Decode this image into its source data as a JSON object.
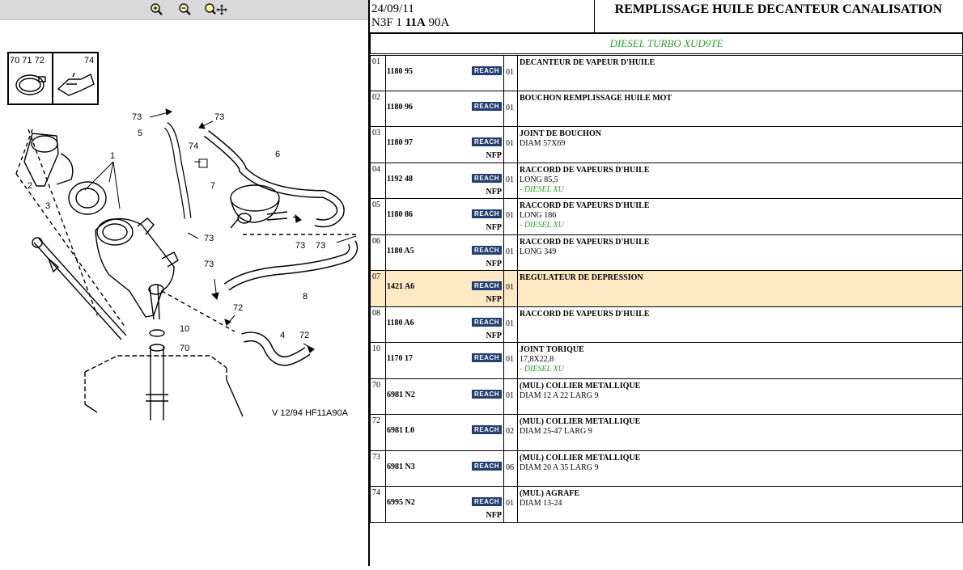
{
  "header": {
    "date": "24/09/11",
    "code_prefix": "N3F 1",
    "code_bold": "11A",
    "code_suffix": "90A",
    "title": "REMPLISSAGE HUILE DECANTEUR CANALISATION"
  },
  "subtitle": "DIESEL TURBO XUD9TE",
  "diagram": {
    "caption": "V 12/94 HF11A90A",
    "inset_left_label": "70 71 72",
    "inset_right_label": "74",
    "callouts": [
      "73",
      "73",
      "5",
      "6",
      "74",
      "1",
      "2",
      "3",
      "7",
      "73",
      "73",
      "73",
      "8",
      "72",
      "4",
      "72",
      "10",
      "70"
    ]
  },
  "toolbar": {
    "zoom_in": "zoom-in",
    "zoom_out": "zoom-out",
    "zoom_fit": "zoom-fit"
  },
  "colors": {
    "accent_green": "#2aa12a",
    "highlight": "#fde9c4",
    "reach_bg": "#243d72"
  },
  "parts": [
    {
      "num": "01",
      "ref": "1180 95",
      "reach": "REACH",
      "nfp": "",
      "qty": "01",
      "desc": "DECANTEUR DE VAPEUR D'HUILE",
      "detail": "",
      "note": "",
      "hl": false
    },
    {
      "num": "02",
      "ref": "1180 96",
      "reach": "REACH",
      "nfp": "",
      "qty": "01",
      "desc": "BOUCHON REMPLISSAGE HUILE MOT",
      "detail": "",
      "note": "",
      "hl": false
    },
    {
      "num": "03",
      "ref": "1180 97",
      "reach": "REACH",
      "nfp": "NFP",
      "qty": "01",
      "desc": "JOINT DE BOUCHON",
      "detail": "DIAM 57X69",
      "note": "",
      "hl": false
    },
    {
      "num": "04",
      "ref": "1192 48",
      "reach": "REACH",
      "nfp": "NFP",
      "qty": "01",
      "desc": "RACCORD DE VAPEURS D'HUILE",
      "detail": "LONG 85,5",
      "note": "- DIESEL XU",
      "hl": false
    },
    {
      "num": "05",
      "ref": "1180 86",
      "reach": "REACH",
      "nfp": "NFP",
      "qty": "01",
      "desc": "RACCORD DE VAPEURS D'HUILE",
      "detail": "LONG 186",
      "note": "- DIESEL XU",
      "hl": false
    },
    {
      "num": "06",
      "ref": "1180 A5",
      "reach": "REACH",
      "nfp": "NFP",
      "qty": "01",
      "desc": "RACCORD DE VAPEURS D'HUILE",
      "detail": "LONG 349",
      "note": "",
      "hl": false
    },
    {
      "num": "07",
      "ref": "1421 A6",
      "reach": "REACH",
      "nfp": "NFP",
      "qty": "01",
      "desc": "REGULATEUR DE DEPRESSION",
      "detail": "",
      "note": "",
      "hl": true
    },
    {
      "num": "08",
      "ref": "1180 A6",
      "reach": "REACH",
      "nfp": "NFP",
      "qty": "01",
      "desc": "RACCORD DE VAPEURS D'HUILE",
      "detail": "",
      "note": "",
      "hl": false
    },
    {
      "num": "10",
      "ref": "1170 17",
      "reach": "REACH",
      "nfp": "",
      "qty": "01",
      "desc": "JOINT TORIQUE",
      "detail": "17,8X22,8",
      "note": "- DIESEL XU",
      "hl": false
    },
    {
      "num": "70",
      "ref": "6981 N2",
      "reach": "REACH",
      "nfp": "",
      "qty": "01",
      "desc": "(MUL) COLLIER METALLIQUE",
      "detail": "DIAM 12 A 22 LARG 9",
      "note": "",
      "hl": false
    },
    {
      "num": "72",
      "ref": "6981 L0",
      "reach": "REACH",
      "nfp": "",
      "qty": "02",
      "desc": "(MUL) COLLIER METALLIQUE",
      "detail": "DIAM 25-47 LARG 9",
      "note": "",
      "hl": false
    },
    {
      "num": "73",
      "ref": "6981 N3",
      "reach": "REACH",
      "nfp": "",
      "qty": "06",
      "desc": "(MUL) COLLIER METALLIQUE",
      "detail": "DIAM 20 A 35 LARG 9",
      "note": "",
      "hl": false
    },
    {
      "num": "74",
      "ref": "6995 N2",
      "reach": "REACH",
      "nfp": "NFP",
      "qty": "01",
      "desc": "(MUL) AGRAFE",
      "detail": "DIAM 13-24",
      "note": "",
      "hl": false
    }
  ]
}
